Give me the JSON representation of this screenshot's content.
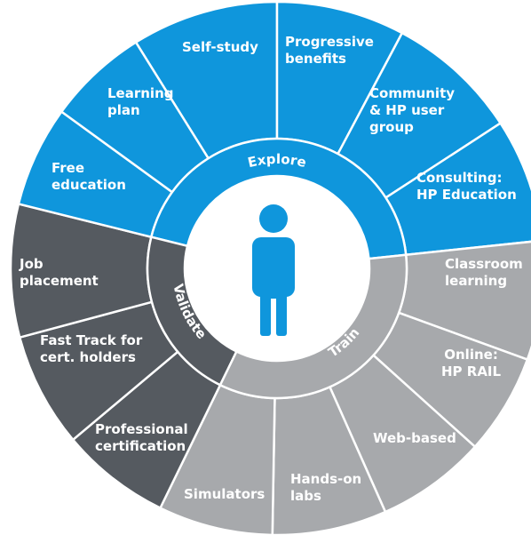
{
  "colors": {
    "explore": "#0f96dc",
    "validate": "#555a60",
    "train": "#a7a9ac",
    "divider": "#ffffff",
    "person": "#0f96dc",
    "center": "#ffffff"
  },
  "person_icon": "person-icon",
  "rings": [
    {
      "id": "explore",
      "label": "Explore"
    },
    {
      "id": "validate",
      "label": "Validate"
    },
    {
      "id": "train",
      "label": "Train"
    }
  ],
  "segments": [
    {
      "id": "self-study",
      "ring": "explore",
      "label": "Self-study"
    },
    {
      "id": "progressive-benefits",
      "ring": "explore",
      "label": "Progressive\nbenefits"
    },
    {
      "id": "community",
      "ring": "explore",
      "label": "Community\n& HP user\ngroup"
    },
    {
      "id": "consulting",
      "ring": "explore",
      "label": "Consulting:\nHP Education"
    },
    {
      "id": "classroom",
      "ring": "train",
      "label": "Classroom\nlearning"
    },
    {
      "id": "online",
      "ring": "train",
      "label": "Online:\nHP RAIL"
    },
    {
      "id": "web-based",
      "ring": "train",
      "label": "Web-based"
    },
    {
      "id": "hands-on",
      "ring": "train",
      "label": "Hands-on\nlabs"
    },
    {
      "id": "simulators",
      "ring": "train",
      "label": "Simulators"
    },
    {
      "id": "professional-cert",
      "ring": "validate",
      "label": "Professional\ncertification"
    },
    {
      "id": "fast-track",
      "ring": "validate",
      "label": "Fast Track for\ncert. holders"
    },
    {
      "id": "job-placement",
      "ring": "validate",
      "label": "Job\nplacement"
    },
    {
      "id": "free-education",
      "ring": "explore",
      "label": "Free\neducation"
    },
    {
      "id": "learning-plan",
      "ring": "explore",
      "label": "Learning\nplan"
    }
  ]
}
